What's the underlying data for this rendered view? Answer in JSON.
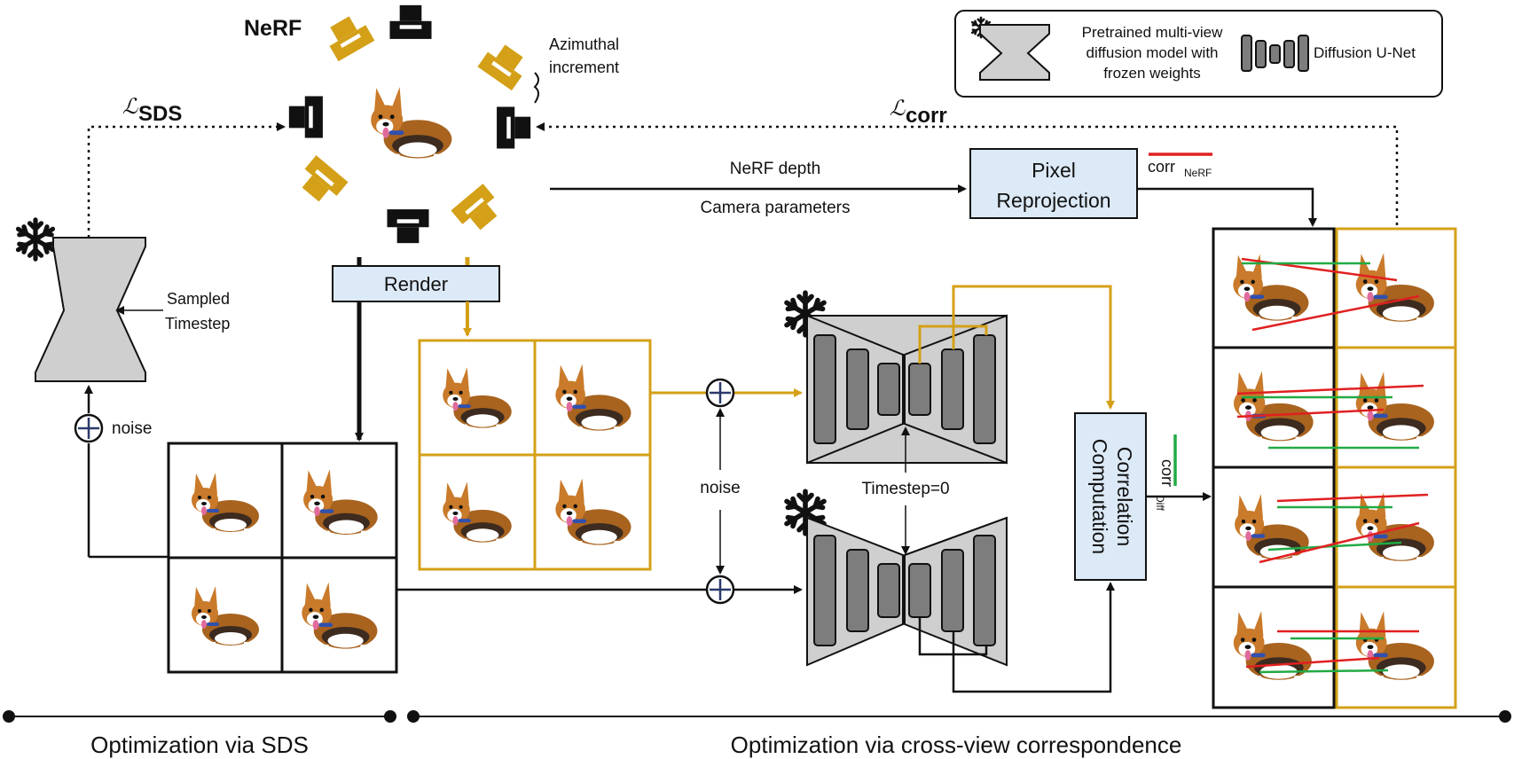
{
  "colors": {
    "gold": "#d4a017",
    "black": "#111111",
    "box_fill": "#dce9f6",
    "unet_gray": "#cfcfcf",
    "bar_gray": "#7d7d7d",
    "corr_red": "#e02020",
    "corr_green": "#22aa44"
  },
  "legend": {
    "frozen_model_label": "Pretrained multi-view diffusion model with frozen weights",
    "frozen_model_lines": [
      "Pretrained multi-view",
      "diffusion model with",
      "frozen weights"
    ],
    "unet_label": "Diffusion U-Net"
  },
  "labels": {
    "nerf": "NeRF",
    "azimuthal": [
      "Azimuthal",
      "increment"
    ],
    "loss_sds": "ℒ",
    "loss_sds_sub": "SDS",
    "loss_corr": "ℒ",
    "loss_corr_sub": "corr",
    "nerf_depth": "NeRF depth",
    "camera_params": "Camera parameters",
    "pixel_reprojection": [
      "Pixel",
      "Reprojection"
    ],
    "corr_nerf": "corr",
    "corr_nerf_sub": "NeRF",
    "corr_diff": "corr",
    "corr_diff_sub": "Diff",
    "render": "Render",
    "sampled_timestep": [
      "Sampled",
      "Timestep"
    ],
    "noise_left": "noise",
    "noise_center": "noise",
    "timestep_zero": "Timestep=0",
    "correlation": [
      "Correlation",
      "Computation"
    ],
    "section_sds": "Optimization via SDS",
    "section_cross_view": "Optimization via cross-view correspondence"
  },
  "icons": {
    "snowflake": "snowflake-icon",
    "camera": "camera-icon",
    "dog_image": "corgi-image",
    "plus": "plus-circle-icon"
  }
}
